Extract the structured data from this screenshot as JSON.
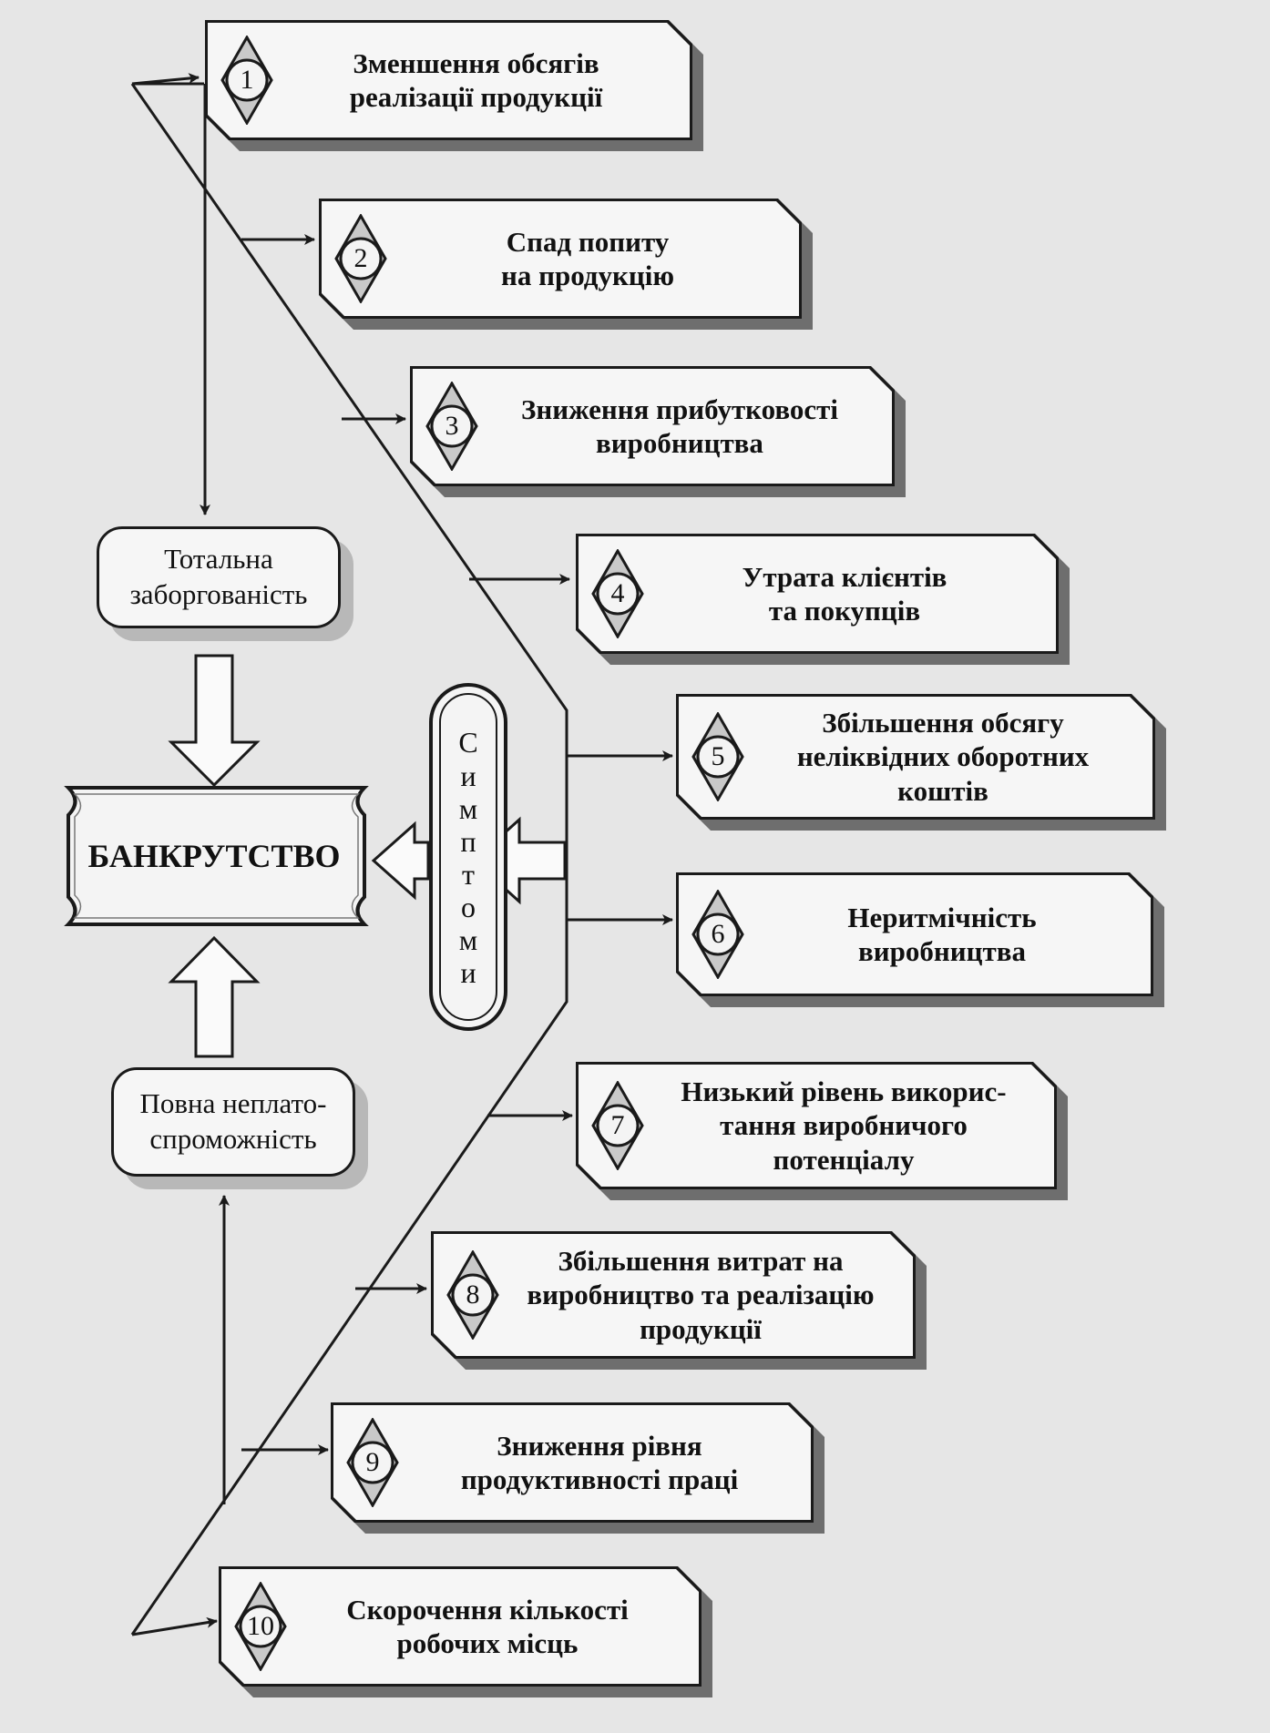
{
  "center": {
    "title": "БАНКРУТСТВО",
    "symptoms_label": [
      "С",
      "и",
      "м",
      "п",
      "т",
      "о",
      "м",
      "и"
    ]
  },
  "causes": {
    "top": "Тотальна\nзаборгованість",
    "bottom": "Повна неплато-\nспроможність"
  },
  "symptoms": [
    {
      "num": "1",
      "text": "Зменшення обсягів\nреалізації продукції"
    },
    {
      "num": "2",
      "text": "Спад попиту\nна продукцію"
    },
    {
      "num": "3",
      "text": "Зниження прибутковості\nвиробництва"
    },
    {
      "num": "4",
      "text": "Утрата клієнтів\nта покупців"
    },
    {
      "num": "5",
      "text": "Збільшення обсягу\nнеліквідних оборотних\nкоштів"
    },
    {
      "num": "6",
      "text": "Неритмічність\nвиробництва"
    },
    {
      "num": "7",
      "text": "Низький рівень викорис-\nтання виробничого\nпотенціалу"
    },
    {
      "num": "8",
      "text": "Збільшення витрат на\nвиробництво та реалізацію\nпродукції"
    },
    {
      "num": "9",
      "text": "Зниження рівня\nпродуктивності праці"
    },
    {
      "num": "10",
      "text": "Скорочення кількості\nробочих місць"
    }
  ]
}
